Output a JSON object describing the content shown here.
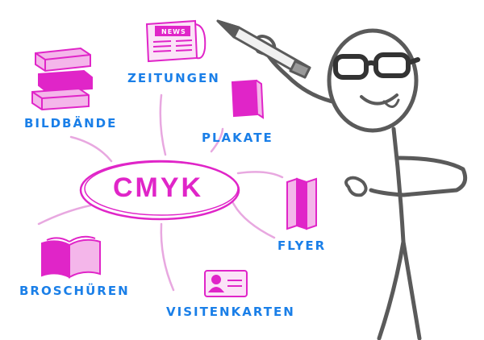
{
  "center": {
    "label": "CMYK"
  },
  "nodes": {
    "zeitungen": "ZEITUNGEN",
    "bildbaende": "BILDBÄNDE",
    "plakate": "PLAKATE",
    "flyer": "FLYER",
    "broschueren": "BROSCHÜREN",
    "visitenkarten": "VISITENKARTEN"
  },
  "newspaper_badge": "NEWS",
  "colors": {
    "accent_magenta": "#e025c8",
    "label_blue": "#1a7fe8",
    "figure_gray": "#5a5a5a"
  }
}
